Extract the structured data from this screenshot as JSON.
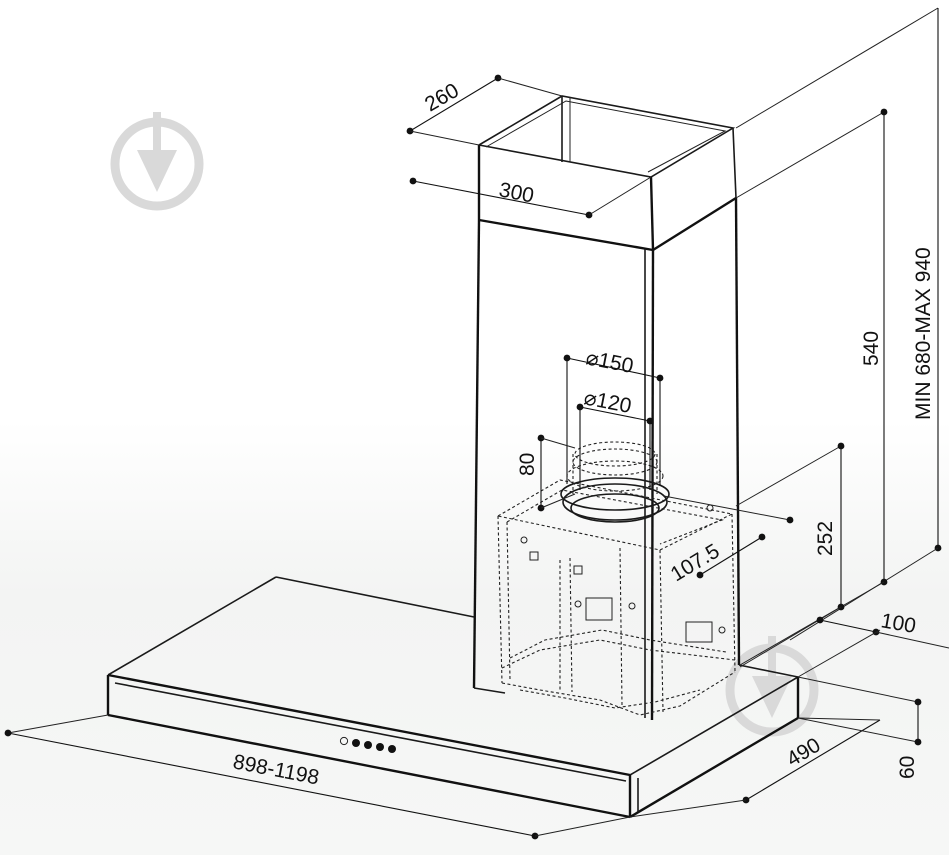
{
  "dimensions": {
    "chimney_depth": "260",
    "chimney_width": "300",
    "outlet_outer": "⌀150",
    "outlet_inner": "⌀120",
    "outlet_height": "80",
    "outlet_offset": "107.5",
    "motor_height": "252",
    "chimney_height": "540",
    "total_height": "MIN 680-MAX 940",
    "wall_offset": "100",
    "hood_depth": "490",
    "hood_height": "60",
    "hood_width": "898-1198"
  },
  "colors": {
    "line": "#1a1a1a",
    "watermark": "#d9d9d9"
  },
  "icons": {
    "watermark_top": "download-shield-icon",
    "watermark_bottom": "download-shield-icon"
  }
}
